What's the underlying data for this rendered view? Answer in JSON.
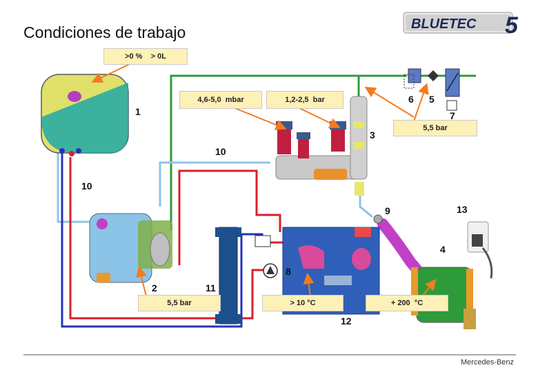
{
  "title": "Condiciones de trabajo",
  "logo": {
    "text": "BLUETEC",
    "number": "5"
  },
  "labels": {
    "tank_level": ">0 %    > 0L",
    "pressure_mbar": "4,6-5,0  mbar",
    "pressure_bar": "1,2-2,5  bar",
    "pressure_right": "5,5 bar",
    "pressure_bottom": "5,5 bar",
    "temp_engine": "> 10 °C",
    "temp_exhaust": "+ 200  °C"
  },
  "components": [
    "1",
    "2",
    "3",
    "4",
    "5",
    "6",
    "7",
    "8",
    "9",
    "10",
    "10",
    "11",
    "12",
    "13"
  ],
  "footer": {
    "brand": "Mercedes-Benz"
  },
  "colors": {
    "green": "#2e9b3a",
    "red": "#d9202a",
    "blue": "#2433b8",
    "lightblue": "#8cc4e8",
    "yellow": "#e9e66a",
    "teal": "#1fa8a6",
    "engine": "#2f5fb8",
    "cooler": "#1d4f8f",
    "purple": "#c040c8",
    "box": "#fdf1b8",
    "arrow": "#f37b20"
  }
}
